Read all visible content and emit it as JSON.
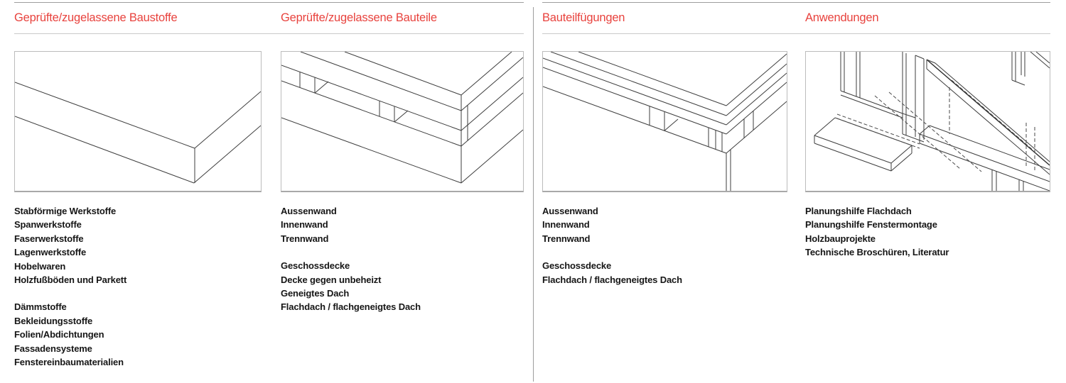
{
  "page": {
    "background": "#ffffff",
    "accent_red": "#e8423d",
    "rule_gray": "#9d9d9d",
    "light_rule_gray": "#c9c9c9",
    "drawing_stroke": "#3d3d3d",
    "text_color": "#161616"
  },
  "columns": [
    {
      "heading": "Geprüfte/zugelassene Baustoffe",
      "illustration": "board-corner-isometric-drawing",
      "groups": [
        [
          "Stabförmige Werkstoffe",
          "Spanwerkstoffe",
          "Faserwerkstoffe",
          "Lagenwerkstoffe",
          "Hobelwaren",
          "Holzfußböden und Parkett"
        ],
        [
          "Dämmstoffe",
          "Bekleidungsstoffe",
          "Folien/Abdichtungen",
          "Fassadensysteme",
          "Fenstereinbaumaterialien"
        ]
      ]
    },
    {
      "heading": "Geprüfte/zugelassene Bauteile",
      "illustration": "floor-element-isometric-drawing",
      "groups": [
        [
          "Aussenwand",
          "Innenwand",
          "Trennwand"
        ],
        [
          "Geschossdecke",
          "Decke gegen unbeheizt",
          "Geneigtes Dach",
          "Flachdach / flachgeneigtes Dach"
        ]
      ]
    },
    {
      "heading": "Bauteilfügungen",
      "illustration": "roof-wall-corner-isometric-drawing",
      "groups": [
        [
          "Aussenwand",
          "Innenwand",
          "Trennwand"
        ],
        [
          "Geschossdecke",
          "Flachdach / flachgeneigtes Dach"
        ]
      ]
    },
    {
      "heading": "Anwendungen",
      "illustration": "window-montage-isometric-drawing",
      "groups": [
        [
          "Planungshilfe Flachdach",
          "Planungshilfe Fenstermontage",
          "Holzbauprojekte",
          "Technische Broschüren, Literatur"
        ]
      ]
    }
  ]
}
